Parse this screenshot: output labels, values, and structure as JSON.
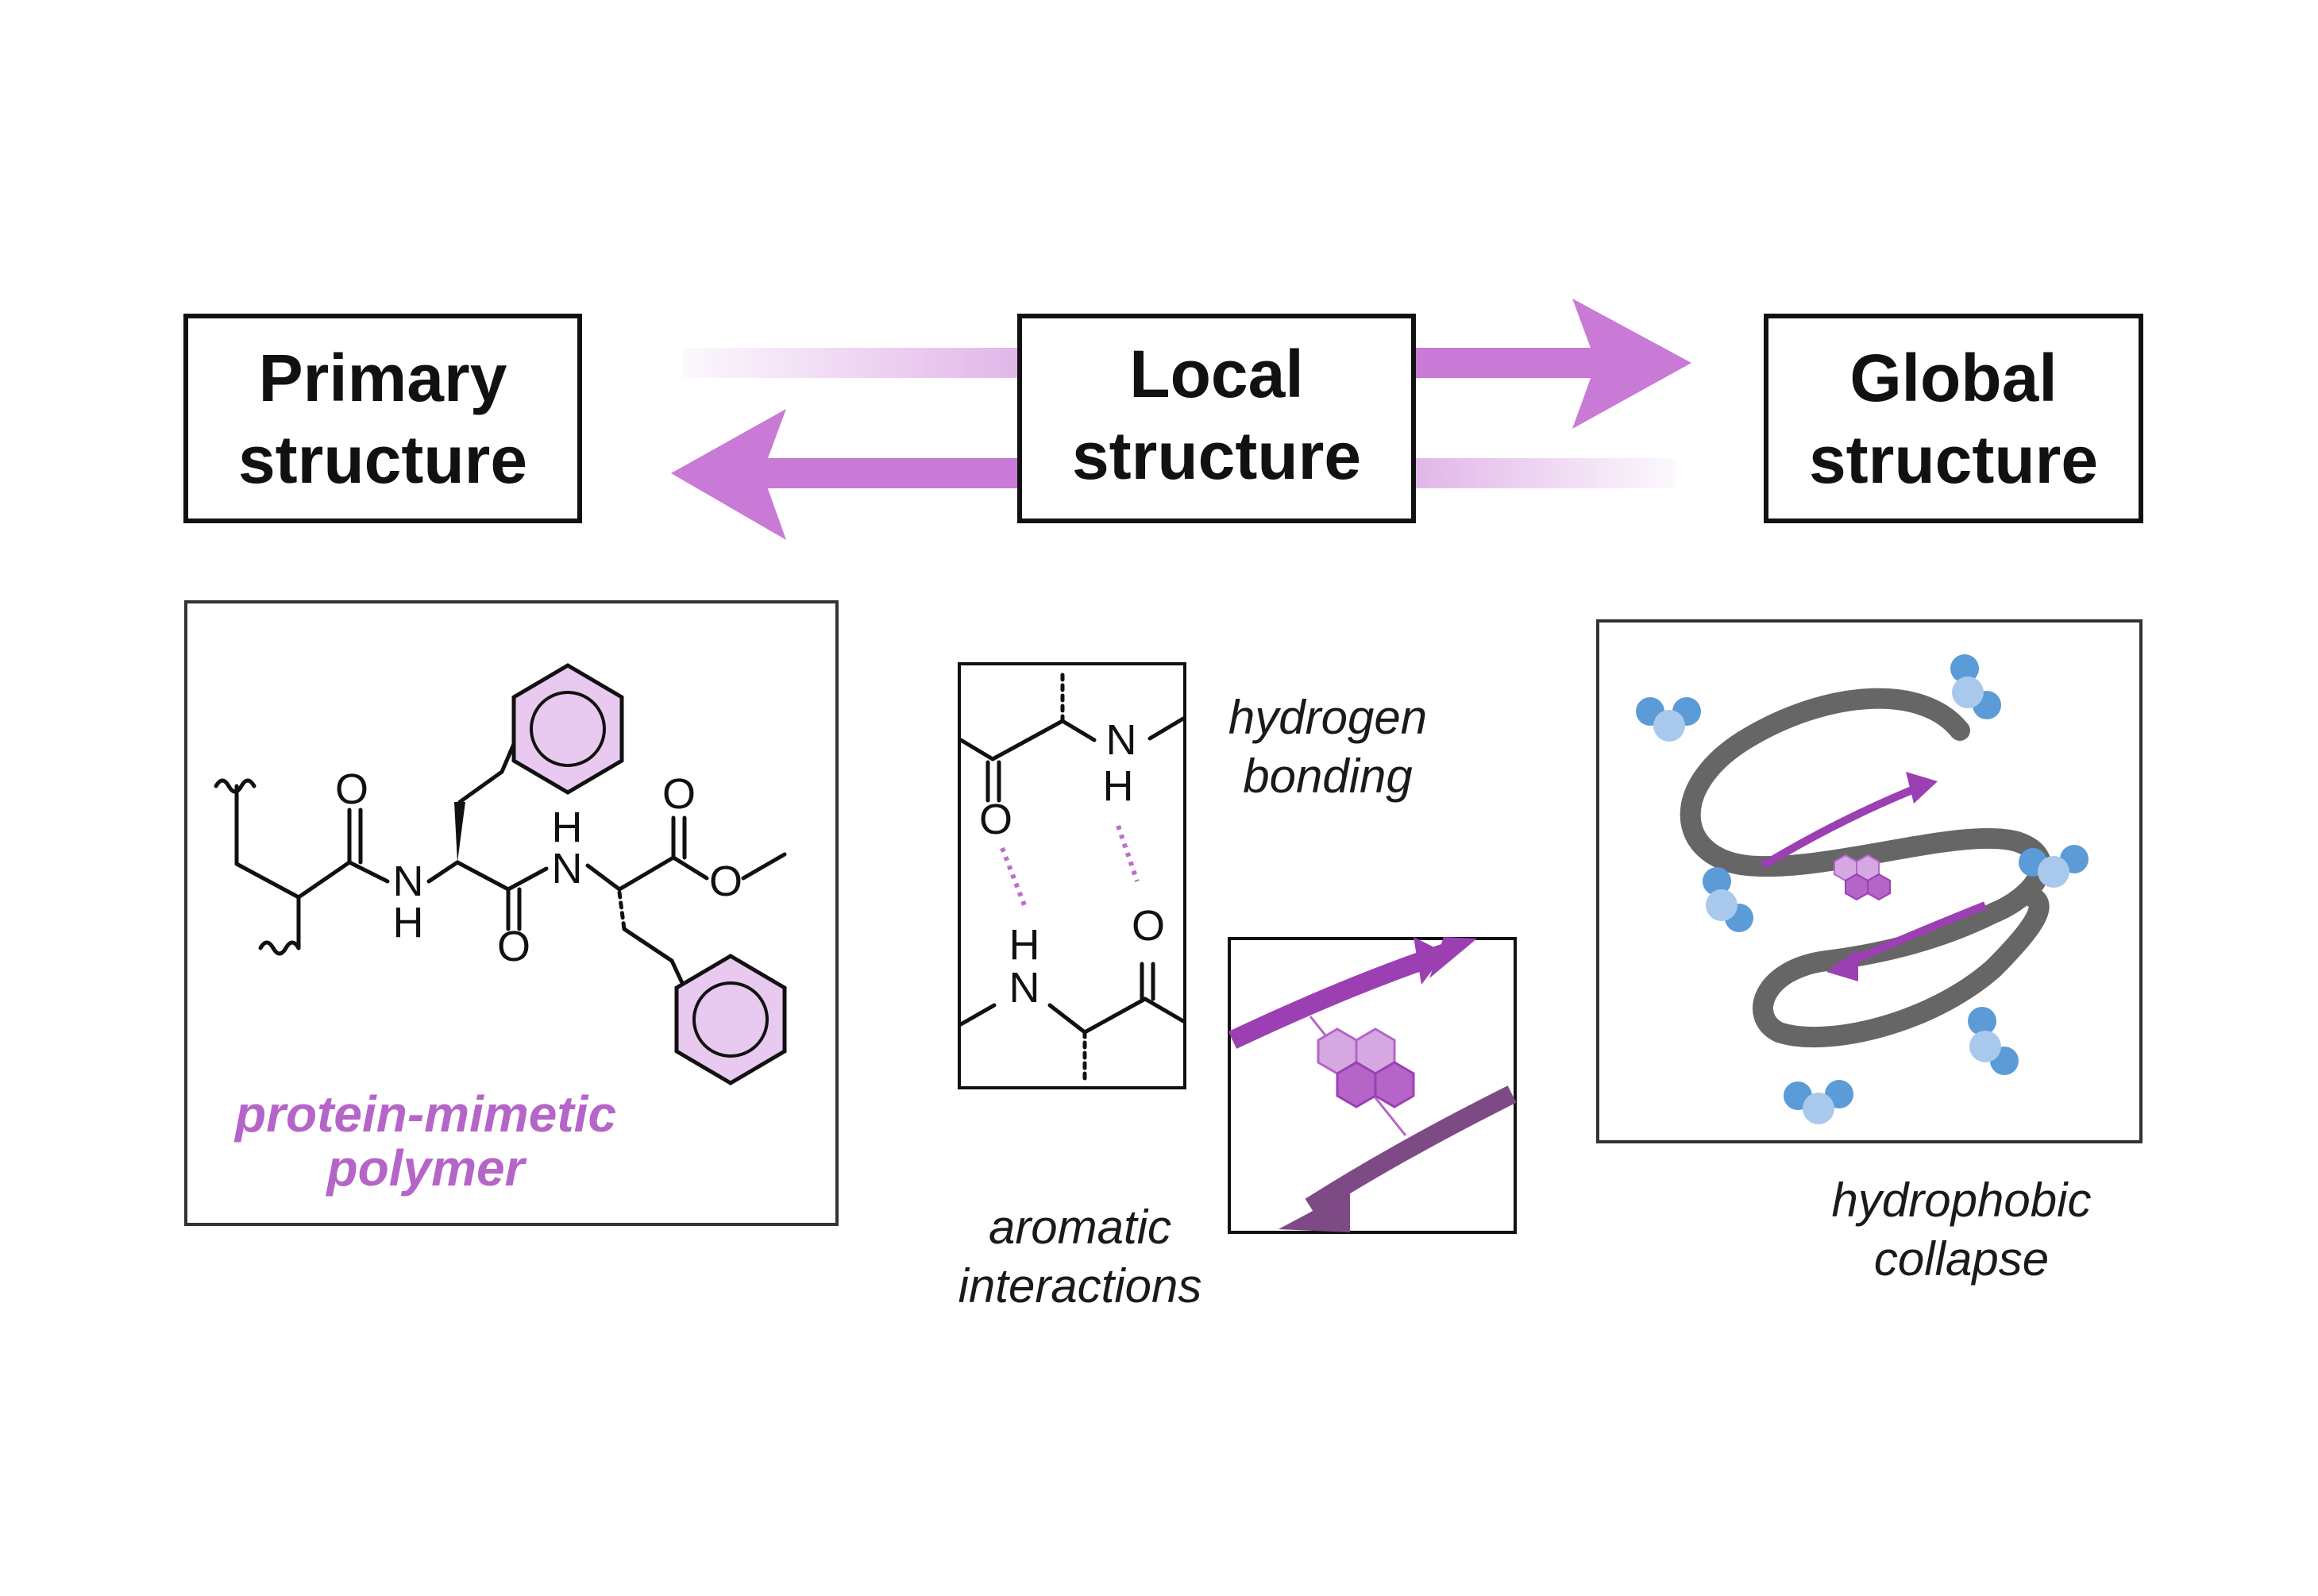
{
  "colors": {
    "accent_purple": "#b565c8",
    "arrow_purple": "#c979d6",
    "ring_fill": "#e8c9ef",
    "hydrogen_dash": "#c06acf",
    "chain_gray": "#666666",
    "water_blue": "#5b9bd8",
    "water_light": "#a8c9ec"
  },
  "headers": {
    "primary": [
      "Primary",
      "structure"
    ],
    "local": [
      "Local",
      "structure"
    ],
    "global": [
      "Global",
      "structure"
    ]
  },
  "primary_panel": {
    "label": [
      "protein-mimetic",
      "polymer"
    ],
    "atoms": {
      "O1": "O",
      "N1": "N",
      "H1": "H",
      "O2": "O",
      "H2": "H",
      "N2": "N",
      "O3": "O",
      "O4": "O"
    }
  },
  "local_panel": {
    "hbond_label": [
      "hydrogen",
      "bonding"
    ],
    "aromatic_label": [
      "aromatic",
      "interactions"
    ],
    "atoms": {
      "N_top": "N",
      "H_top": "H",
      "O_top": "O",
      "H_bot": "H",
      "N_bot": "N",
      "O_bot": "O"
    }
  },
  "global_panel": {
    "label": [
      "hydrophobic",
      "collapse"
    ]
  },
  "icons": [
    "bidirectional-arrow-right",
    "bidirectional-arrow-left",
    "benzene-ring-icon",
    "water-molecule-icon",
    "pyrene-icon"
  ]
}
